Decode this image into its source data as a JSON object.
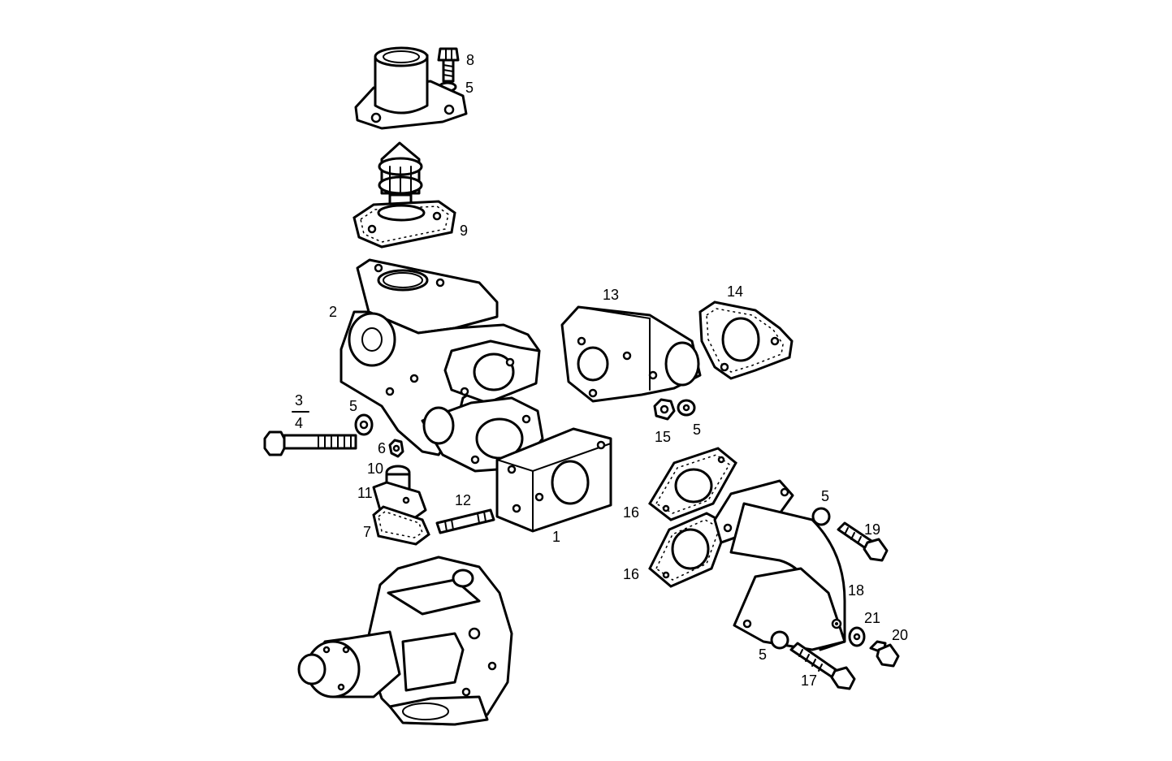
{
  "diagram": {
    "callouts": {
      "c1": "1",
      "c2": "2",
      "c3": "3",
      "c4": "4",
      "c5a": "5",
      "c5b": "5",
      "c5c": "5",
      "c5d": "5",
      "c5e": "5",
      "c6": "6",
      "c7": "7",
      "c8": "8",
      "c9": "9",
      "c10": "10",
      "c11": "11",
      "c12": "12",
      "c13": "13",
      "c14": "14",
      "c15": "15",
      "c16a": "16",
      "c16b": "16",
      "c17": "17",
      "c18": "18",
      "c19": "19",
      "c20": "20",
      "c21": "21"
    }
  }
}
